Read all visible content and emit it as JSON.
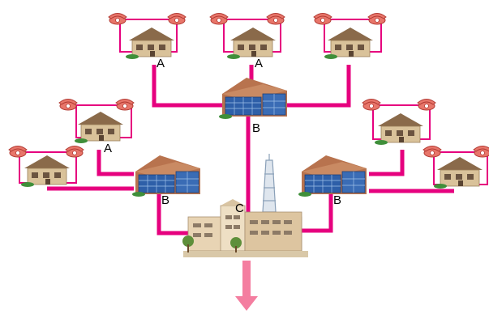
{
  "labels": {
    "house": "A",
    "office": "B",
    "center": "C"
  },
  "colors": {
    "network_line": "#e6007e",
    "phone_body": "#e8766a",
    "phone_dark": "#b23a33",
    "house_wall": "#d9c29a",
    "house_roof": "#8a6a4a",
    "office_glass": "#2e5fa8",
    "office_wall": "#b8734e",
    "center_wall": "#e8d4b4",
    "arrow": "#f47ea0",
    "grass": "#3f8f3a"
  },
  "icons": {
    "phone": "telephone-icon",
    "house": "house-icon",
    "office": "office-building-icon",
    "center": "central-building-icon",
    "tower": "antenna-tower-icon",
    "arrow": "down-arrow-icon"
  }
}
